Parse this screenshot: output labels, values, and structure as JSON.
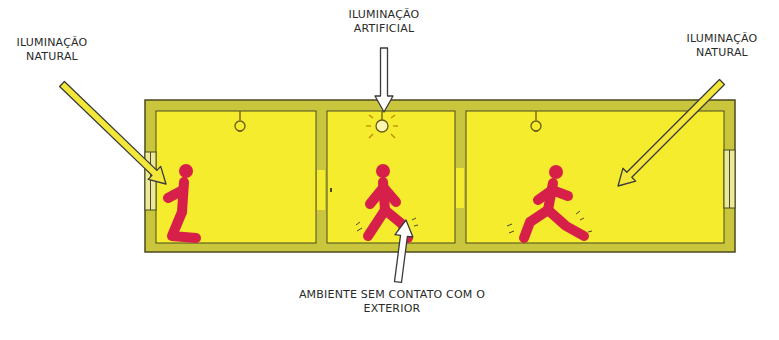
{
  "diagram": {
    "labels": [
      "ILUMINAÇÃO NATURAL",
      "ILUMINAÇÃO ARTIFICIAL",
      "ILUMINAÇÃO NATURAL",
      "AMBIENTE SEM CONTATO COM O EXTERIOR"
    ]
  }
}
